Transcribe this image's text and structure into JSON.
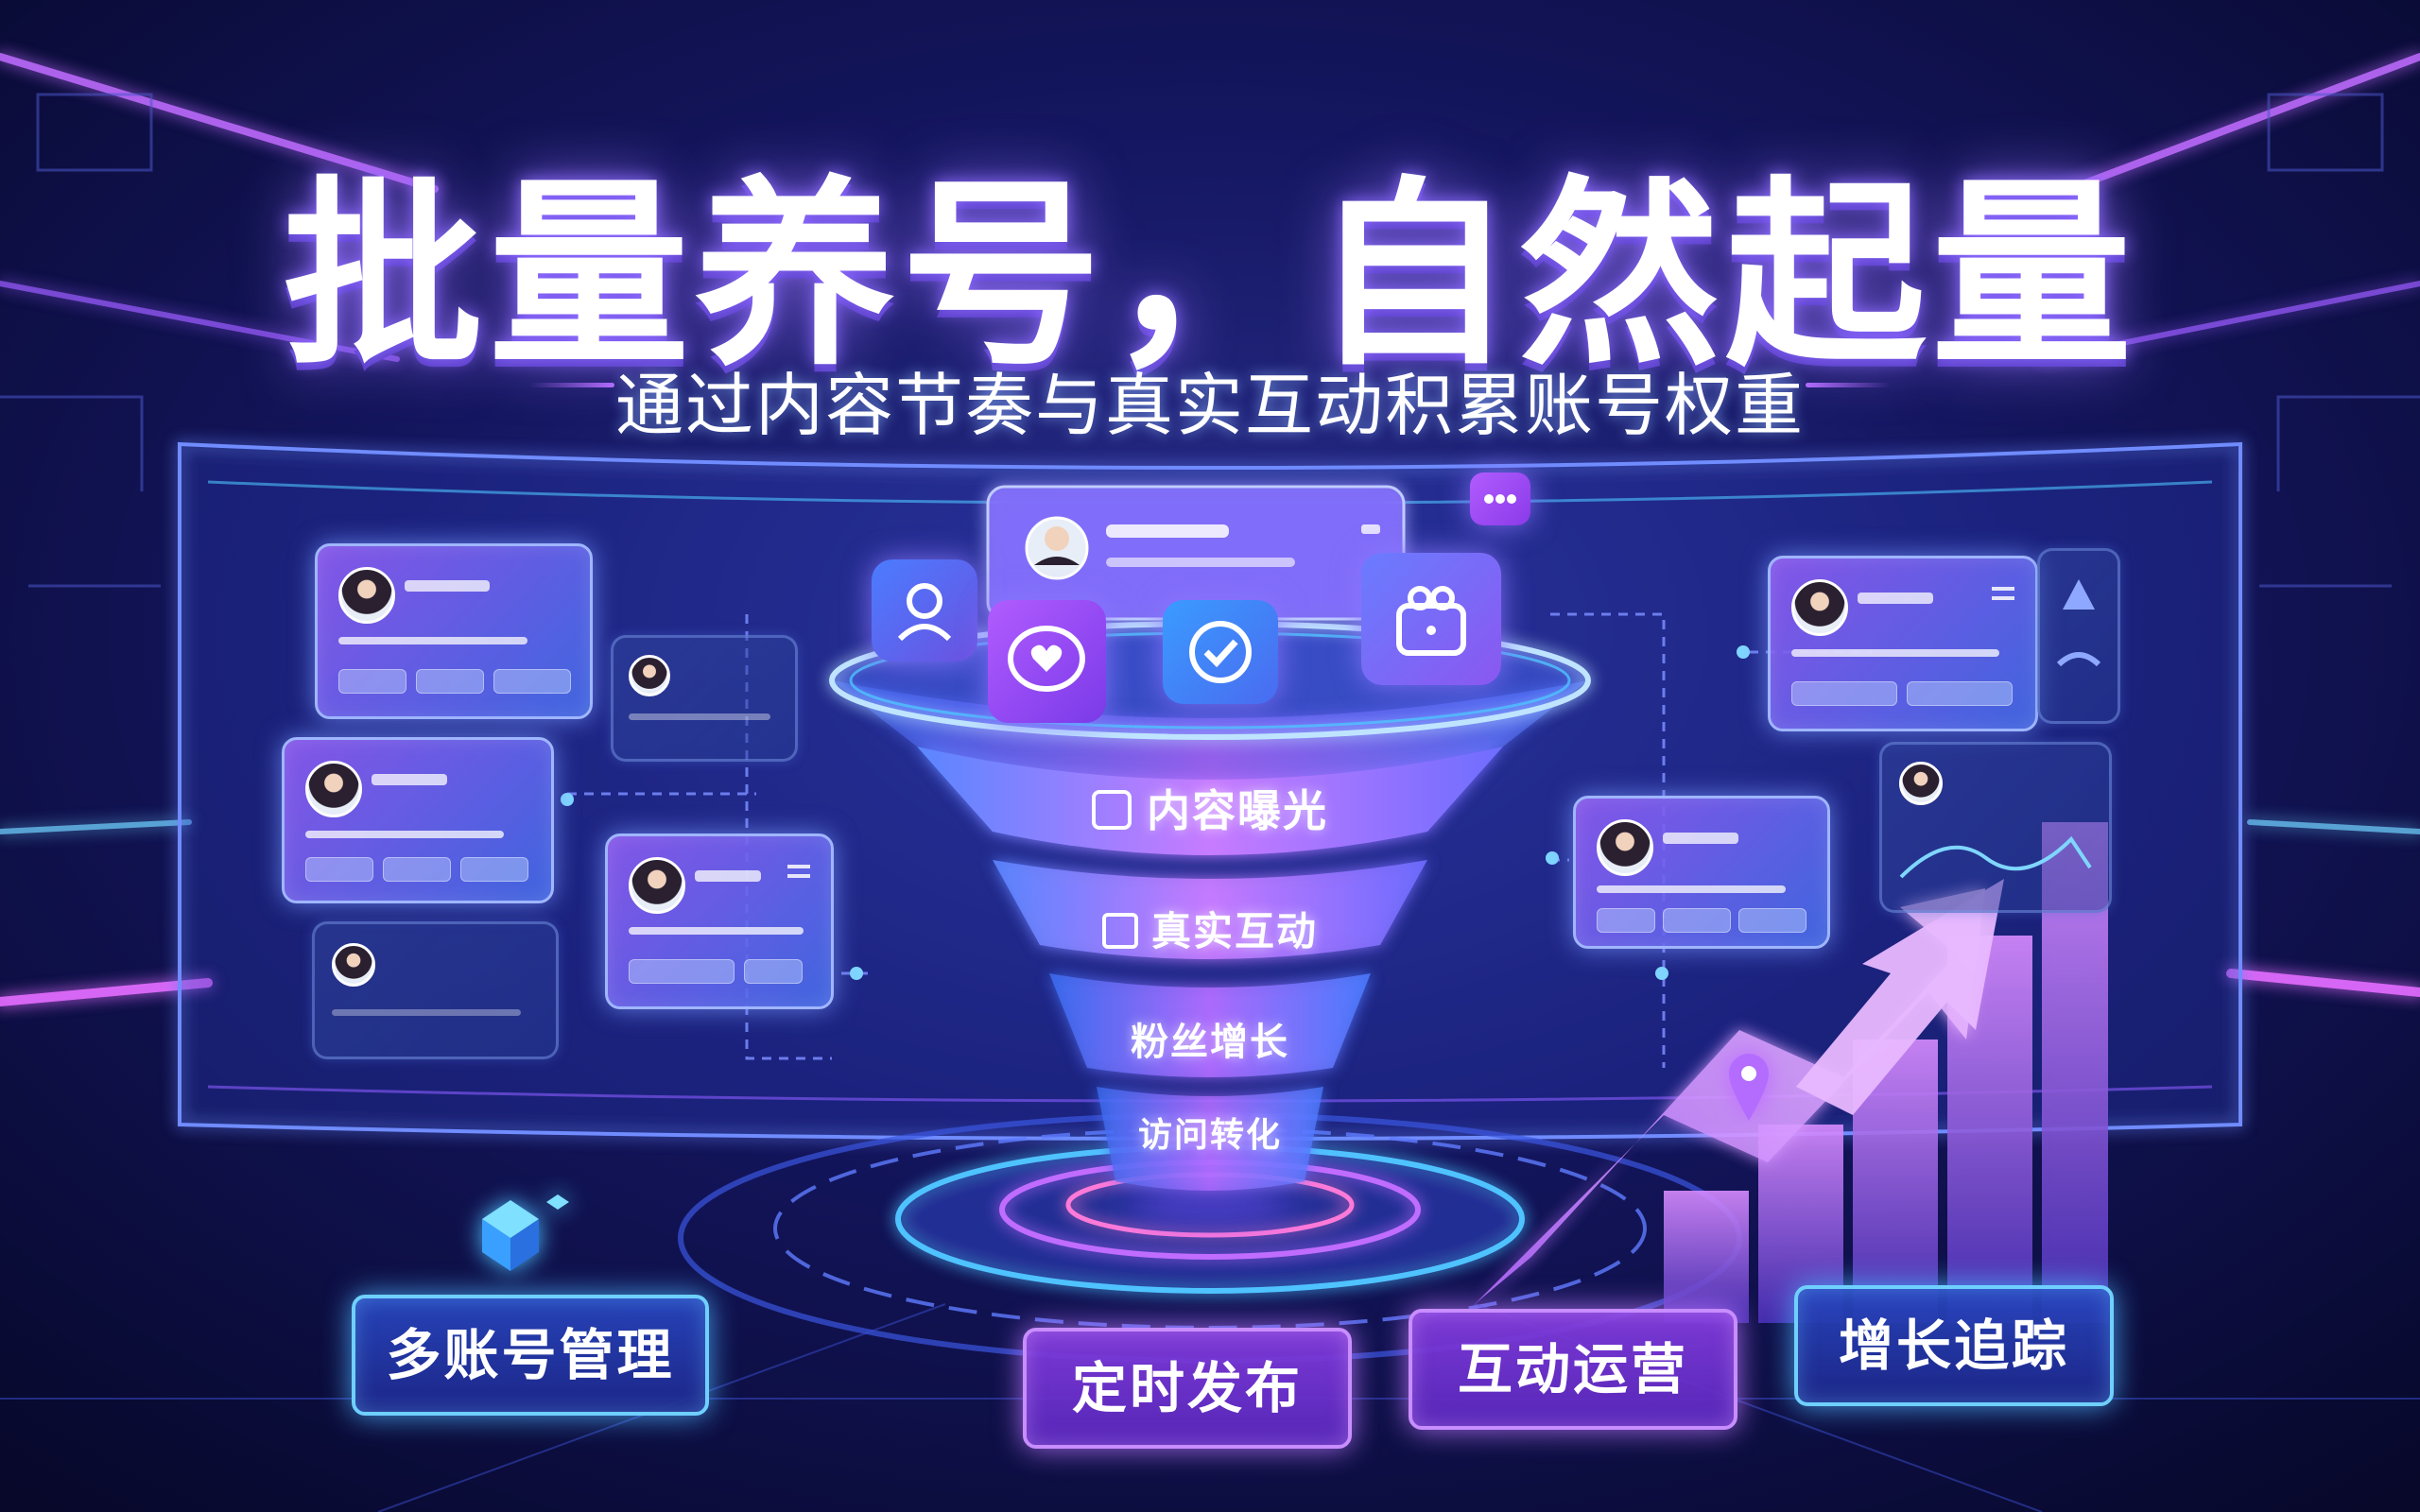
{
  "hero": {
    "title": "批量养号，自然起量",
    "subtitle": "通过内容节奏与真实互动积累账号权重"
  },
  "funnel": {
    "stages": [
      "内容曝光",
      "真实互动",
      "粉丝增长",
      "访问转化"
    ]
  },
  "actions": {
    "multi_account": "多账号管理",
    "scheduled_publish": "定时发布",
    "interaction_ops": "互动运营",
    "growth_tracking": "增长追踪"
  },
  "icons": [
    "user-icon",
    "chat-heart-icon",
    "check-shield-icon",
    "gift-icon",
    "chat-bubble-icon",
    "map-pin-icon",
    "growth-arrow-icon"
  ],
  "colors": {
    "background": "#0a0b2e",
    "neon_blue": "#4fc3ff",
    "neon_purple": "#b46cff",
    "card_border": "#9fb6ff"
  }
}
